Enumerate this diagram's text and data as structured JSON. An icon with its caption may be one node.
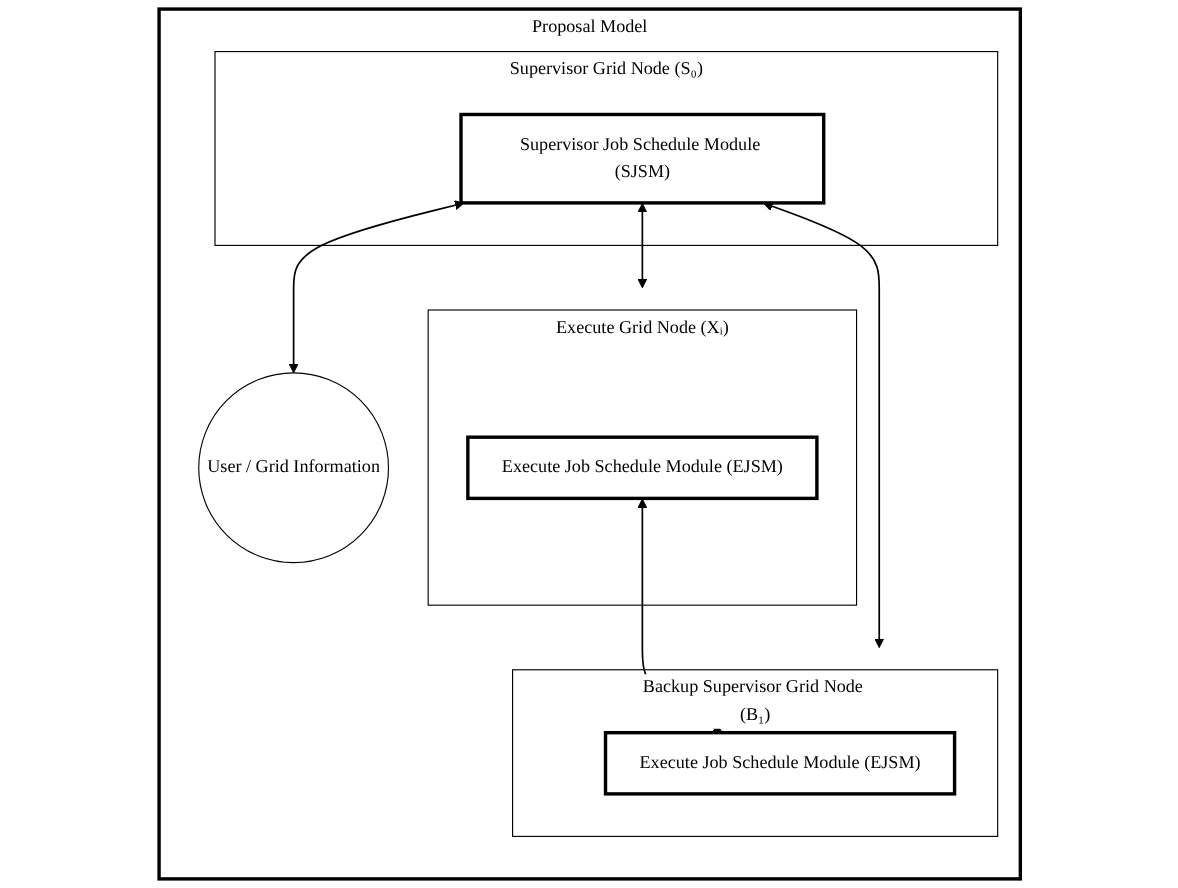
{
  "diagram": {
    "nodes": [
      {
        "text": [
          "Proposal Model"
        ]
      },
      {
        "text": [
          "Supervisor Grid Node (S₀)"
        ],
        "in": 0
      },
      {
        "text": [
          "Supervisor Job Schedule Module (SJSM)"
        ],
        "in": 1
      },
      {
        "text": [
          "User / Grid Information"
        ],
        "in": 0
      },
      {
        "text": [
          "Execute Grid Node (Xᵢ)"
        ],
        "in": 0
      },
      {
        "text": [
          "Execute Job Schedule Module (EJSM)"
        ],
        "in": 4
      },
      {
        "text": [
          "Backup Supervisor Grid Node (B₁)"
        ],
        "in": 0
      },
      {
        "text": [
          "Execute Job Schedule Module (EJSM)"
        ],
        "in": 6
      }
    ],
    "edges": [
      {
        "from": 2,
        "to": 3,
        "arrow": "both"
      },
      {
        "from": 2,
        "to": 4,
        "arrow": "both"
      },
      {
        "from": 2,
        "to": 6,
        "arrow": "both"
      },
      {
        "from": 5,
        "to": 7,
        "arrow": "both"
      }
    ]
  }
}
